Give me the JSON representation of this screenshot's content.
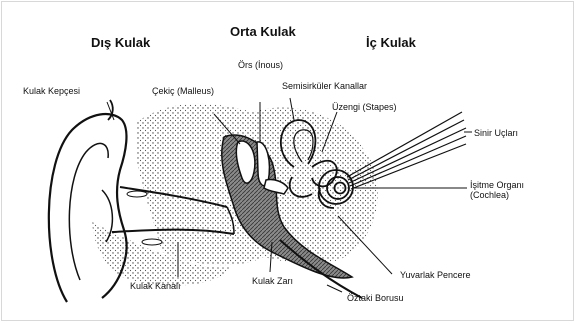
{
  "headings": {
    "outer": "Dış Kulak",
    "middle": "Orta Kulak",
    "inner": "İç Kulak"
  },
  "labels": {
    "pinna": "Kulak Kepçesi",
    "malleus": "Çekiç (Malleus)",
    "incus": "Örs (İnous)",
    "semicircular": "Semisirküler Kanallar",
    "stapes": "Üzengi (Stapes)",
    "nerve": "Sinir Uçları",
    "cochlea_line1": "İşitme Organı",
    "cochlea_line2": "(Cochlea)",
    "round_window": "Yuvarlak Pencere",
    "eustachian": "Öztaki Borusu",
    "eardrum": "Kulak Zarı",
    "canal": "Kulak Kanalı"
  }
}
